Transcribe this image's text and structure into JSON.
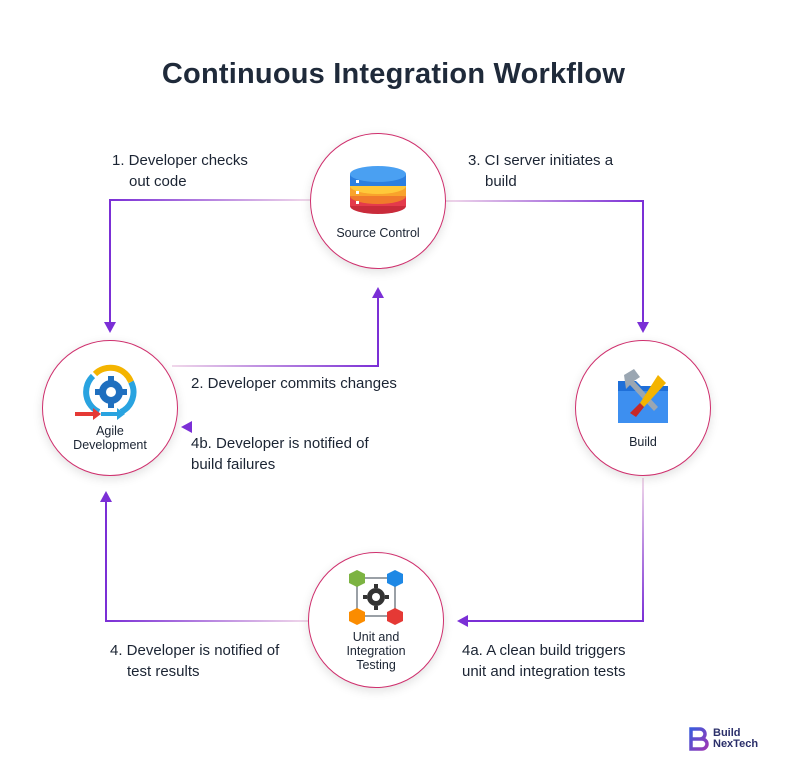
{
  "title": "Continuous Integration Workflow",
  "nodes": {
    "source_control": "Source Control",
    "agile_line1": "Agile",
    "agile_line2": "Development",
    "build": "Build",
    "testing_line1": "Unit and",
    "testing_line2": "Integration",
    "testing_line3": "Testing"
  },
  "steps": {
    "s1_line1": "1. Developer checks",
    "s1_line2": "out code",
    "s2": "2. Developer commits changes",
    "s3_line1": "3. CI server initiates a",
    "s3_line2": "build",
    "s4_line1": "4. Developer is notified of",
    "s4_line2": "test results",
    "s4a_line1": "4a. A clean build triggers",
    "s4a_line2": "unit and integration tests",
    "s4b_line1": "4b. Developer is notified of",
    "s4b_line2": "build failures"
  },
  "logo": {
    "line1": "Build",
    "line2": "NexTech"
  },
  "colors": {
    "arrow": "#7b2fd6",
    "node_border": "#cf2f6d",
    "title": "#1f2a3a"
  }
}
